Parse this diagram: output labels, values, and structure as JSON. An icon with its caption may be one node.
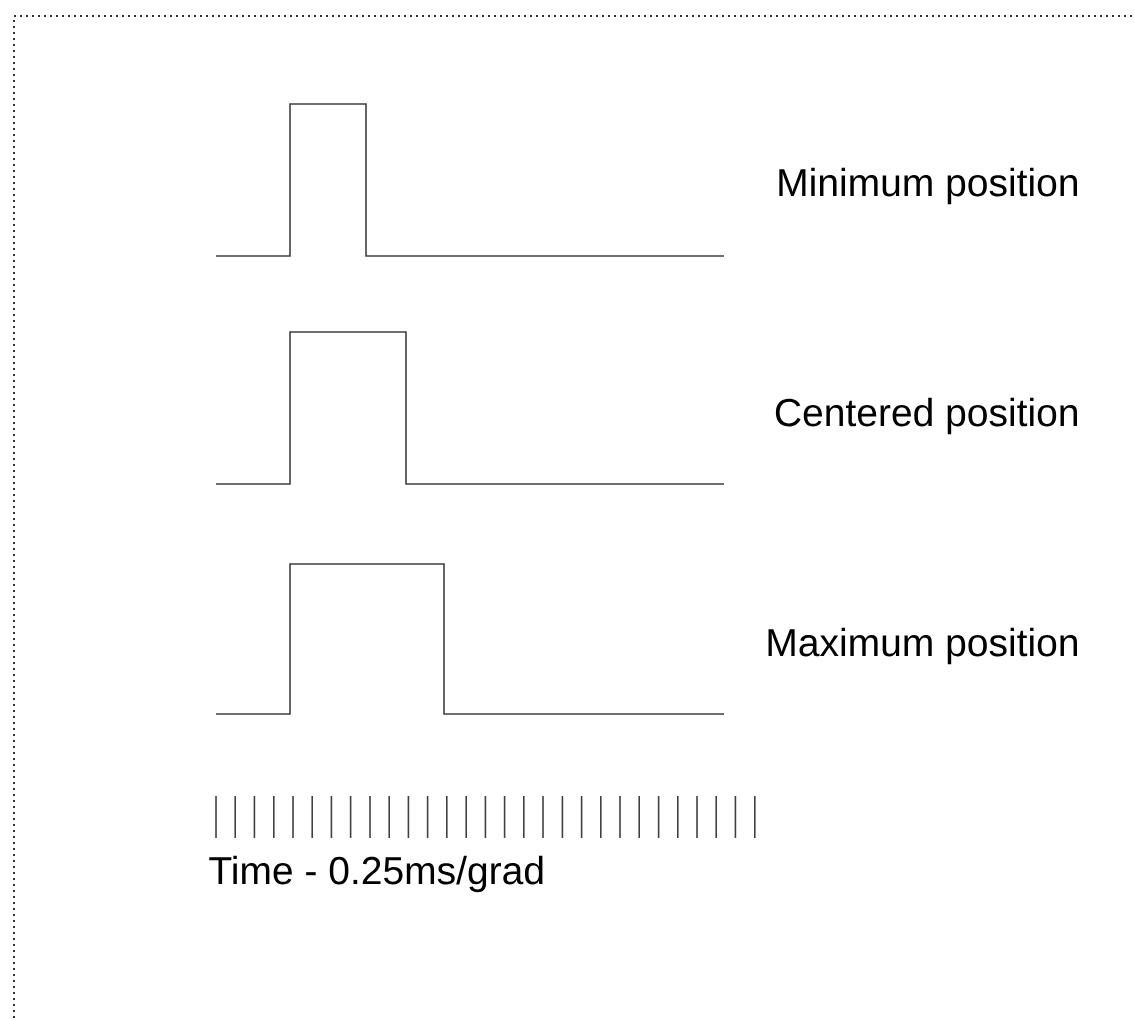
{
  "diagram": {
    "labels": [
      "Minimum position",
      "Centered position",
      "Maximum position",
      "Time - 0.25ms/grad"
    ]
  }
}
